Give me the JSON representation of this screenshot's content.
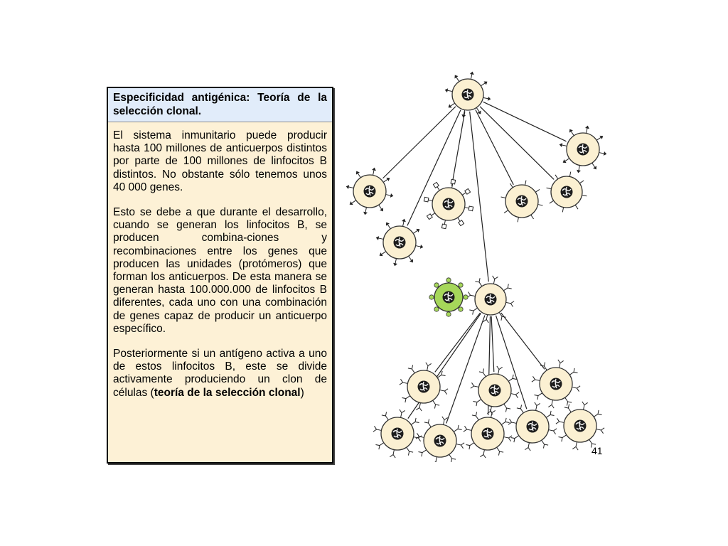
{
  "heading": "Especificidad antigénica: Teoría de la selección clonal.",
  "paragraph_1": "El sistema inmunitario puede producir hasta 100 millones de anticuerpos distintos por parte de 100 millones de linfocitos B distintos. No obstante sólo tenemos unos 40 000 genes.",
  "paragraph_2": "Esto se debe a que durante el desarrollo, cuando se generan los linfocitos B, se producen combina-ciones y recombinaciones entre los genes que producen las unidades (protómeros) que forman los anticuerpos. De esta manera se generan hasta 100.000.000 de linfocitos B diferentes, cada uno con una combinación de genes capaz de producir un anticuerpo específico.",
  "paragraph_3_start": "Posteriormente si un antígeno activa a uno de estos linfocitos B, este se divide activamente produciendo un clon de células (",
  "paragraph_3_bold": "teoría de la selección clonal",
  "paragraph_3_end": ")",
  "page_number": "41",
  "colors": {
    "panel_fill": "#fdf1d6",
    "header_fill": "#e1ecfa",
    "cell_fill": "#fbf0d2",
    "antigen_fill": "#a6d75a"
  },
  "diagram": {
    "cells": [
      {
        "id": "progenitor",
        "receptor": "arrow"
      },
      {
        "id": "variant-square",
        "receptor": "square"
      },
      {
        "id": "variant-arrow-1",
        "receptor": "arrow"
      },
      {
        "id": "variant-arrow-2",
        "receptor": "arrow"
      },
      {
        "id": "variant-tick-1",
        "receptor": "tick"
      },
      {
        "id": "variant-arrow-3",
        "receptor": "arrow"
      },
      {
        "id": "variant-y-selected",
        "receptor": "y"
      },
      {
        "id": "clone-1",
        "receptor": "y"
      },
      {
        "id": "clone-2",
        "receptor": "y"
      },
      {
        "id": "clone-3",
        "receptor": "y"
      },
      {
        "id": "clone-4",
        "receptor": "y"
      },
      {
        "id": "clone-5",
        "receptor": "y"
      },
      {
        "id": "clone-6",
        "receptor": "y"
      },
      {
        "id": "clone-7",
        "receptor": "y"
      },
      {
        "id": "clone-8",
        "receptor": "y"
      }
    ],
    "antigen": {
      "id": "antigen"
    }
  }
}
